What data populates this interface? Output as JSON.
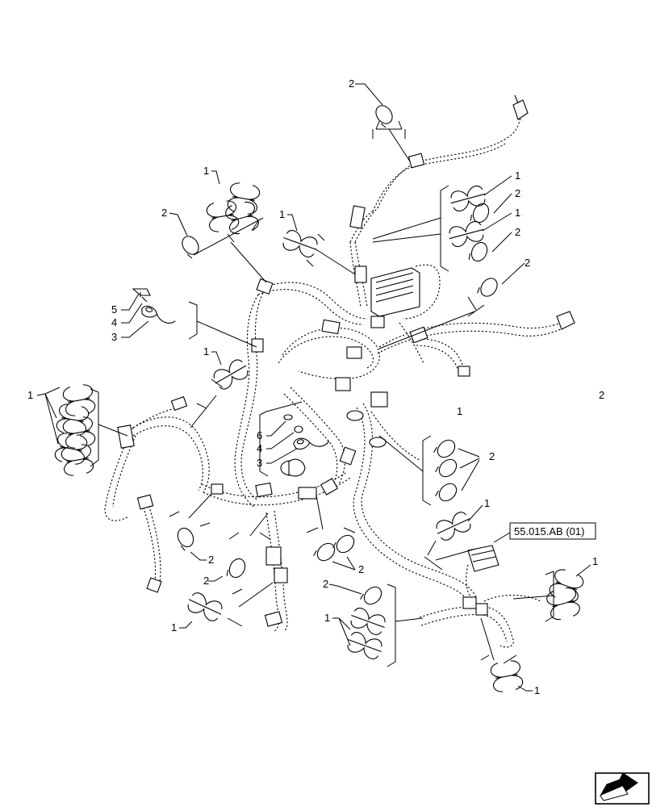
{
  "callouts": [
    "1",
    "2",
    "3",
    "4",
    "5",
    "6"
  ],
  "reference": "55.015.AB (01)",
  "nav_icon": "next-page-arrow-icon"
}
